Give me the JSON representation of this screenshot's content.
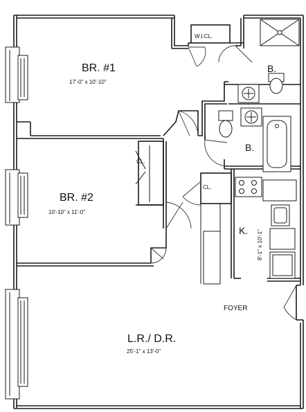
{
  "rooms": {
    "br1": {
      "name": "BR. #1",
      "size": "17'-0\" x 10'-10\""
    },
    "br2": {
      "name": "BR. #2",
      "size": "10'-10\" x 11'-0\""
    },
    "lrdr": {
      "name": "L.R./ D.R.",
      "size": "25'-1\" x 13'-0\""
    },
    "kitchen": {
      "name": "K.",
      "size": "8'-1\" x 10'-1\""
    },
    "bath1": {
      "name": "B."
    },
    "bath2": {
      "name": "B."
    },
    "foyer": {
      "name": "FOYER"
    },
    "closet_wic": {
      "name": "W.I.CL."
    },
    "closet_br2": {
      "name": "CL."
    },
    "closet_hall": {
      "name": "CL."
    }
  }
}
